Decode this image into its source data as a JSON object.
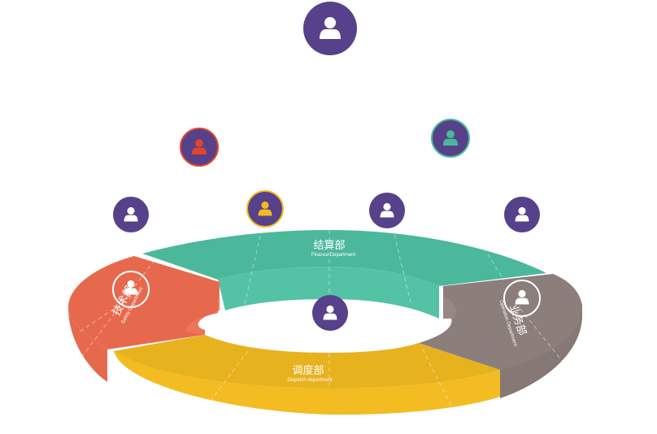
{
  "colors": {
    "background": "#ffffff",
    "avatar_bg": "#56418a",
    "avatar_figure": "#ffffff",
    "green": "#4bb89c",
    "green_side": "#3f9e85",
    "orange_red": "#e7694d",
    "orange_red_side": "#cf5b42",
    "yellow": "#f1bb22",
    "yellow_side": "#dca51b",
    "taupe": "#8c7e7a",
    "taupe_side": "#766a66"
  },
  "ring": {
    "segments": [
      {
        "id": "finance",
        "title": "结算部",
        "subtitle": "Finance Department",
        "color": "green"
      },
      {
        "id": "safety",
        "title": "技术部",
        "subtitle": "Safety Department",
        "color": "orange_red"
      },
      {
        "id": "dispatch",
        "title": "调度部",
        "subtitle": "Dispatch department",
        "color": "yellow"
      },
      {
        "id": "operation",
        "title": "业务部",
        "subtitle": "Operation Department",
        "color": "taupe"
      }
    ]
  },
  "avatars": [
    {
      "id": "top-center",
      "ring": "none",
      "figure": "white",
      "size": "large"
    },
    {
      "id": "mid-left-red",
      "ring": "#e2452a",
      "figure": "#e2452a",
      "size": "medium"
    },
    {
      "id": "mid-right-teal",
      "ring": "#4bb89c",
      "figure": "#4bb89c",
      "size": "medium"
    },
    {
      "id": "row-far-left",
      "ring": "none",
      "figure": "white",
      "size": "medium"
    },
    {
      "id": "row-yellow",
      "ring": "#f1bb22",
      "figure": "#f1bb22",
      "size": "medium"
    },
    {
      "id": "row-center",
      "ring": "none",
      "figure": "white",
      "size": "medium"
    },
    {
      "id": "row-far-right",
      "ring": "none",
      "figure": "white",
      "size": "medium"
    },
    {
      "id": "ring-center",
      "ring": "none",
      "figure": "white",
      "size": "medium"
    },
    {
      "id": "ring-left-outline",
      "ring": "white",
      "figure": "white",
      "size": "outline"
    },
    {
      "id": "ring-right-outline",
      "ring": "white",
      "figure": "white",
      "size": "outline"
    }
  ]
}
